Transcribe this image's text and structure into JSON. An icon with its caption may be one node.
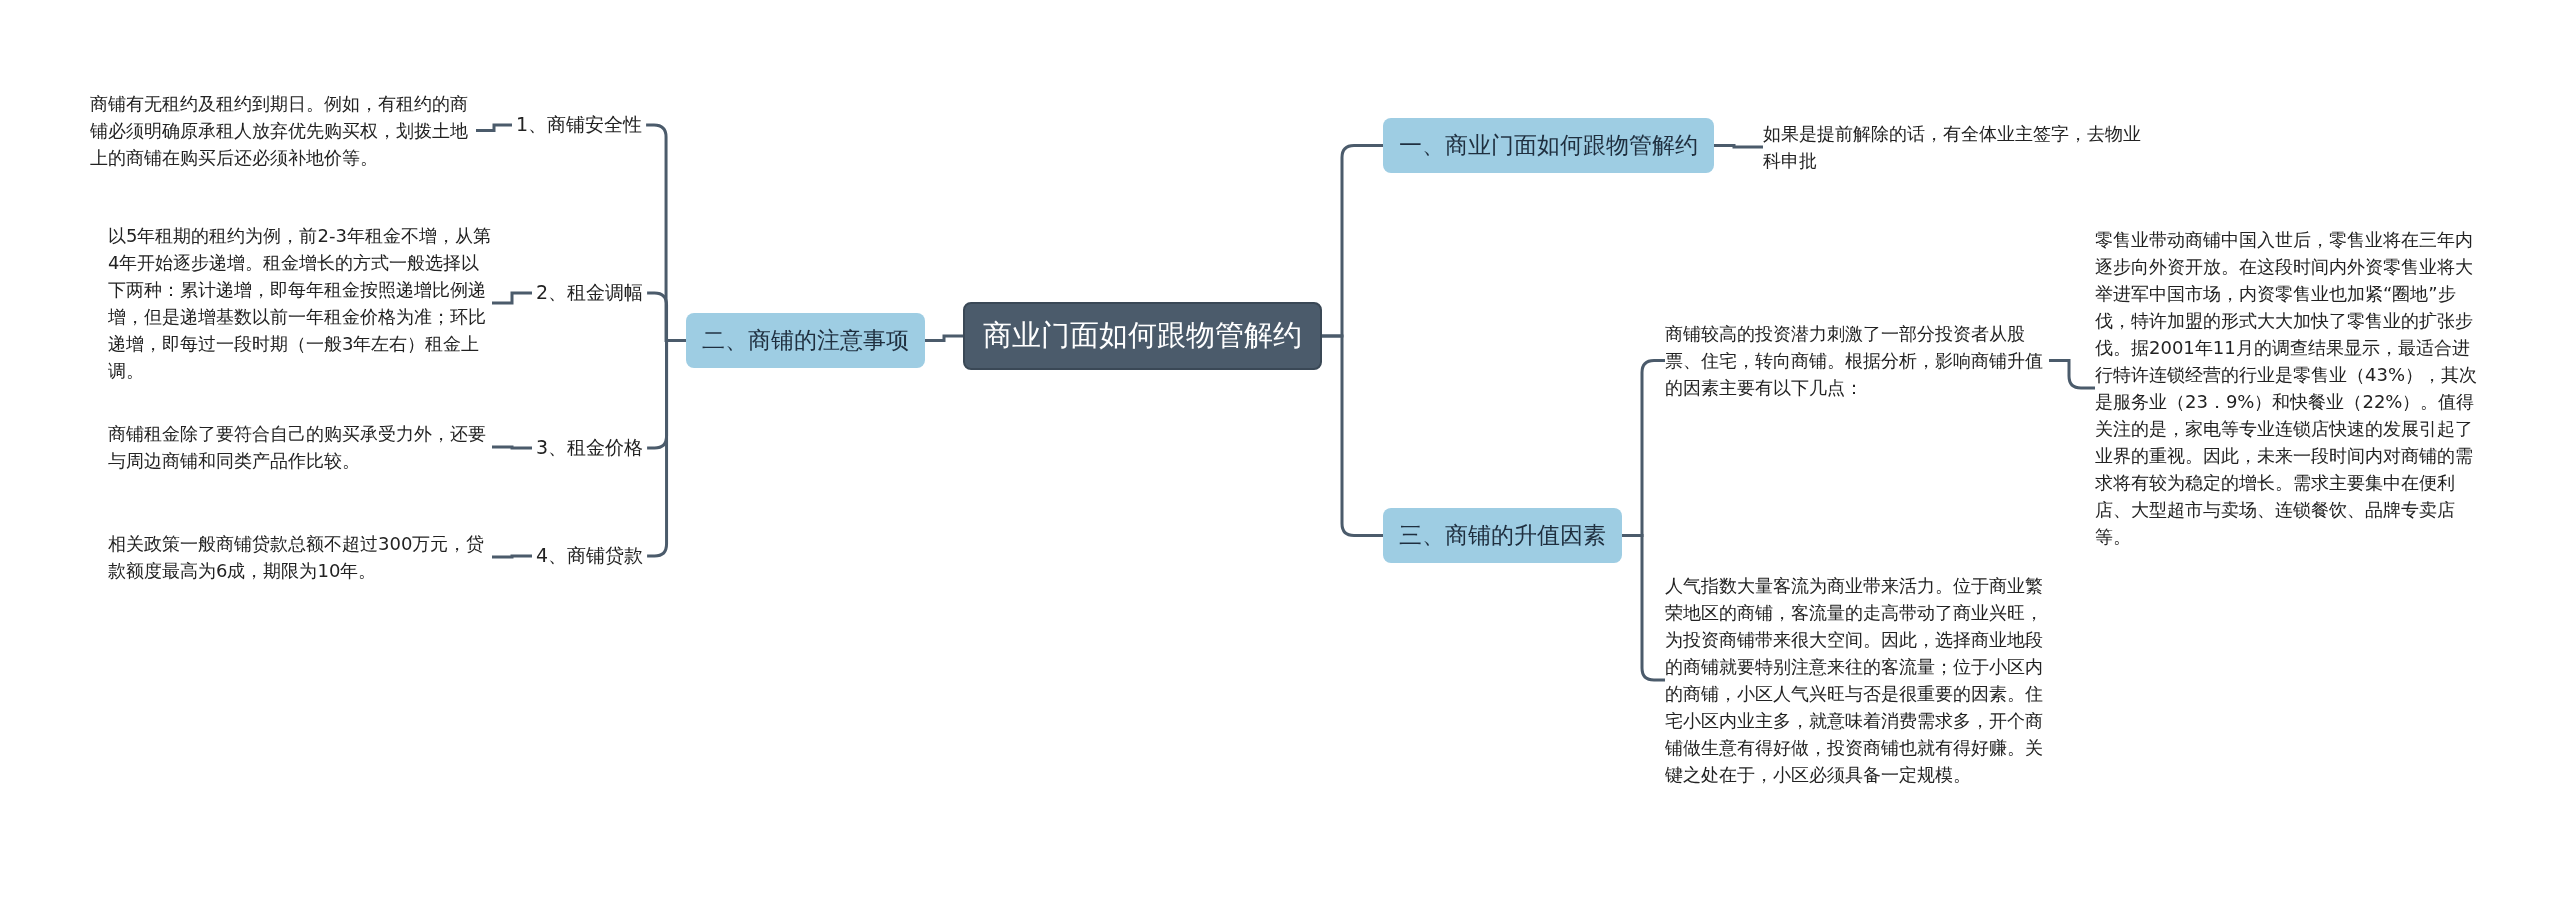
{
  "diagram": {
    "nodes": [
      {
        "text": [
          "商业门面如何跟物管解约"
        ]
      },
      {
        "text": [
          "一、商业门面如何跟物管解约"
        ]
      },
      {
        "text": [
          "如果是提前解除的话，有全体业主签字，去物业科申批"
        ]
      },
      {
        "text": [
          "二、商铺的注意事项"
        ]
      },
      {
        "text": [
          "1、商铺安全性"
        ]
      },
      {
        "text": [
          "商铺有无租约及租约到期日。例如，有租约的商铺必须明确原承租人放弃优先购买权，划拨土地上的商铺在购买后还必须补地价等。"
        ]
      },
      {
        "text": [
          "2、租金调幅"
        ]
      },
      {
        "text": [
          "以5年租期的租约为例，前2-3年租金不增，从第4年开始逐步递增。租金增长的方式一般选择以下两种：累计递增，即每年租金按照递增比例递增，但是递增基数以前一年租金价格为准；环比递增，即每过一段时期（一般3年左右）租金上调。"
        ]
      },
      {
        "text": [
          "3、租金价格"
        ]
      },
      {
        "text": [
          "商铺租金除了要符合自己的购买承受力外，还要与周边商铺和同类产品作比较。"
        ]
      },
      {
        "text": [
          "4、商铺贷款"
        ]
      },
      {
        "text": [
          "相关政策一般商铺贷款总额不超过300万元，贷款额度最高为6成，期限为10年。"
        ]
      },
      {
        "text": [
          "三、商铺的升值因素"
        ]
      },
      {
        "text": [
          "商铺较高的投资潜力刺激了一部分投资者从股票、住宅，转向商铺。根据分析，影响商铺升值的因素主要有以下几点："
        ]
      },
      {
        "text": [
          "零售业带动商铺中国入世后，零售业将在三年内逐步向外资开放。在这段时间内外资零售业将大举进军中国市场，内资零售业也加紧“圈地”步伐，特许加盟的形式大大加快了零售业的扩张步伐。据2001年11月的调查结果显示，最适合进行特许连锁经营的行业是零售业（43%），其次是服务业（23．9%）和快餐业（22%）。值得关注的是，家电等专业连锁店快速的发展引起了业界的重视。因此，未来一段时间内对商铺的需求将有较为稳定的增长。需求主要集中在便利店、大型超市与卖场、连锁餐饮、品牌专卖店等。"
        ]
      },
      {
        "text": [
          "人气指数大量客流为商业带来活力。位于商业繁荣地区的商铺，客流量的走高带动了商业兴旺，为投资商铺带来很大空间。因此，选择商业地段的商铺就要特别注意来往的客流量；位于小区内的商铺，小区人气兴旺与否是很重要的因素。住宅小区内业主多，就意味着消费需求多，开个商铺做生意有得好做，投资商铺也就有得好赚。关键之处在于，小区必须具备一定规模。"
        ]
      }
    ],
    "edges": [
      {
        "from": 0,
        "to": 1,
        "arrow": "none"
      },
      {
        "from": 0,
        "to": 3,
        "arrow": "none"
      },
      {
        "from": 0,
        "to": 12,
        "arrow": "none"
      },
      {
        "from": 1,
        "to": 2,
        "arrow": "none"
      },
      {
        "from": 3,
        "to": 4,
        "arrow": "none"
      },
      {
        "from": 3,
        "to": 6,
        "arrow": "none"
      },
      {
        "from": 3,
        "to": 8,
        "arrow": "none"
      },
      {
        "from": 3,
        "to": 10,
        "arrow": "none"
      },
      {
        "from": 4,
        "to": 5,
        "arrow": "none"
      },
      {
        "from": 6,
        "to": 7,
        "arrow": "none"
      },
      {
        "from": 8,
        "to": 9,
        "arrow": "none"
      },
      {
        "from": 10,
        "to": 11,
        "arrow": "none"
      },
      {
        "from": 12,
        "to": 13,
        "arrow": "none"
      },
      {
        "from": 12,
        "to": 15,
        "arrow": "none"
      },
      {
        "from": 13,
        "to": 14,
        "arrow": "none"
      }
    ]
  }
}
